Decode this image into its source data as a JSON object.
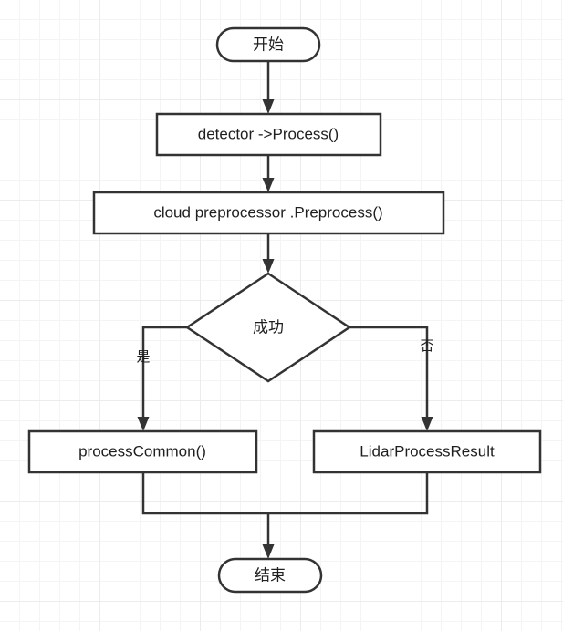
{
  "diagram": {
    "type": "flowchart",
    "title": "",
    "background": "#ffffff",
    "grid_color": "#ececec",
    "stroke_color": "#333333",
    "text_color": "#1f1f1f",
    "nodes": [
      {
        "id": "start",
        "shape": "rounded-terminator",
        "label": "开始"
      },
      {
        "id": "detector",
        "shape": "rectangle",
        "label": "detector ->Process()"
      },
      {
        "id": "preprocess",
        "shape": "rectangle",
        "label": "cloud preprocessor .Preprocess()"
      },
      {
        "id": "decision",
        "shape": "diamond",
        "label": "成功"
      },
      {
        "id": "common",
        "shape": "rectangle",
        "label": "processCommon()"
      },
      {
        "id": "lidar",
        "shape": "rectangle",
        "label": "LidarProcessResult"
      },
      {
        "id": "end",
        "shape": "rounded-terminator",
        "label": "结束"
      }
    ],
    "edges": [
      {
        "from": "start",
        "to": "detector",
        "label": ""
      },
      {
        "from": "detector",
        "to": "preprocess",
        "label": ""
      },
      {
        "from": "preprocess",
        "to": "decision",
        "label": ""
      },
      {
        "from": "decision",
        "to": "common",
        "label": "是"
      },
      {
        "from": "decision",
        "to": "lidar",
        "label": "否"
      },
      {
        "from": "common",
        "to": "end",
        "label": ""
      },
      {
        "from": "lidar",
        "to": "end",
        "label": ""
      }
    ],
    "edge_labels": {
      "yes": "是",
      "no": "否"
    }
  }
}
